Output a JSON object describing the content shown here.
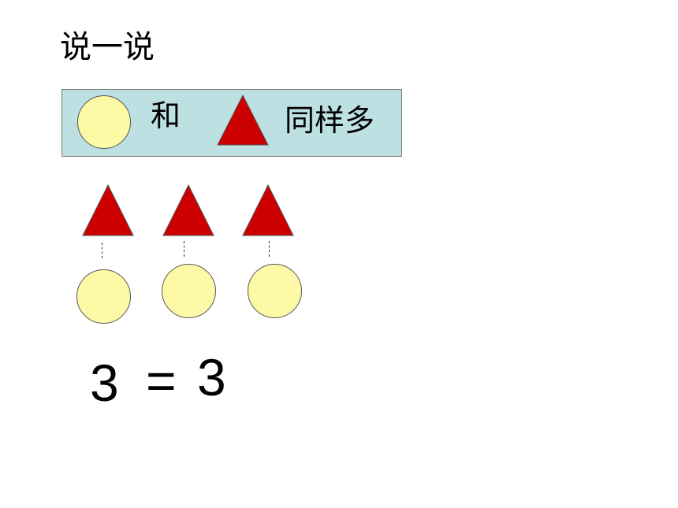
{
  "slide": {
    "title": "说一说",
    "statement": {
      "connector": "和",
      "phrase": "同样多",
      "left_icon": "yellow-circle",
      "right_icon": "red-triangle"
    },
    "equation": {
      "left": "3",
      "operator": "=",
      "right": "3"
    },
    "colors": {
      "triangle": "#cc0000",
      "circle": "#fdf9a6",
      "box": "#bde0e3"
    }
  }
}
